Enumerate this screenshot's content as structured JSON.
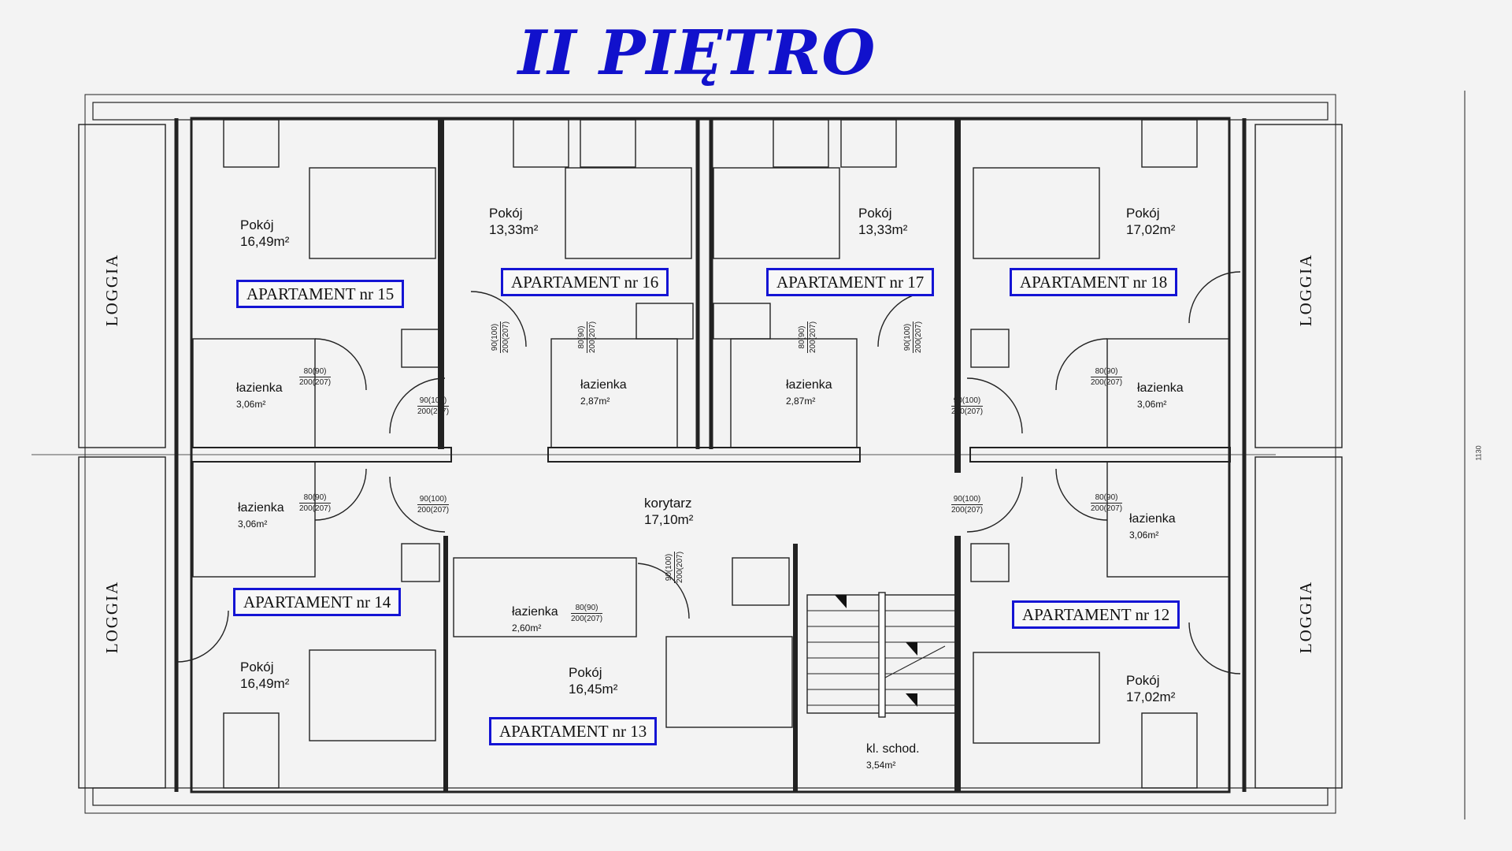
{
  "title": "II PIĘTRO",
  "apartments": {
    "a15": "APARTAMENT nr 15",
    "a16": "APARTAMENT nr 16",
    "a17": "APARTAMENT nr 17",
    "a18": "APARTAMENT nr 18",
    "a14": "APARTAMENT nr 14",
    "a13": "APARTAMENT nr 13",
    "a12": "APARTAMENT nr 12"
  },
  "rooms": {
    "r15_name": "Pokój",
    "r15_area": "16,49m²",
    "r16_name": "Pokój",
    "r16_area": "13,33m²",
    "r17_name": "Pokój",
    "r17_area": "13,33m²",
    "r18_name": "Pokój",
    "r18_area": "17,02m²",
    "r14_name": "Pokój",
    "r14_area": "16,49m²",
    "r13_name": "Pokój",
    "r13_area": "16,45m²",
    "r12_name": "Pokój",
    "r12_area": "17,02m²",
    "b15_name": "łazienka",
    "b15_area": "3,06m²",
    "b16_name": "łazienka",
    "b16_area": "2,87m²",
    "b17_name": "łazienka",
    "b17_area": "2,87m²",
    "b18_name": "łazienka",
    "b18_area": "3,06m²",
    "b14_name": "łazienka",
    "b14_area": "3,06m²",
    "b13_name": "łazienka",
    "b13_area": "2,60m²",
    "b12_name": "łazienka",
    "b12_area": "3,06m²",
    "corr_name": "korytarz",
    "corr_area": "17,10m²",
    "stairs_name": "kl. schod.",
    "stairs_area": "3,54m²"
  },
  "doors": {
    "d80": "80(90)",
    "h200": "200(207)",
    "d90": "90(100)"
  },
  "loggia": "LOGGIA",
  "dimension": "1130"
}
